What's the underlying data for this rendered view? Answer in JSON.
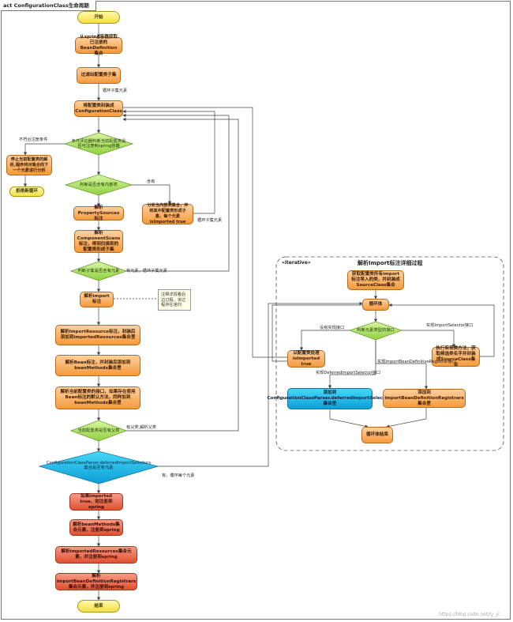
{
  "title": "act ConfigurationClass生命周期",
  "nodes": {
    "start": "开始",
    "scan": "从spring容器获取已注册的BeanDefinition集合",
    "filter": "过滤出配置类子集",
    "wrap": "将配置类封装成ConfigurationClass",
    "cond": "条件评估器判断当前配置类是否可注册到spring容器",
    "stop_parse": "停止当前配置类的解析,程序将对集合的下一个元素进行分析",
    "skip": "拒绝新循环",
    "has_member": "判断是否含有内部类",
    "member_parse": "分析当内部类集合，并将其中配置类形成子集，每个元素isImported true",
    "prop_sources": "解析PropertySources标注",
    "comp_scan": "解析ComponentScans标注，得到扫描到的配置类形成子集",
    "has_super": "判断子集是否含有元素",
    "import": "解析import标注",
    "import_resource": "解析ImportResource标注，封装后添加到importedResources集合里",
    "bean": "解析Bean标注，并封装后添加到beanMethods集合里",
    "interfaces": "解析当前配置类的接口，如果存在使用Bean标注的默认方法，同样加到beanMethods集合里",
    "has_parent": "当前配置类是否有父类",
    "deferred": "ConfigurationClassParser.deferredImportSelectors集合是否有元素",
    "imported_true": "如果imported true，则注册到spring",
    "reg_bean_methods": "解析beanMethods集合元素，注册到spring",
    "reg_imported_resources": "解析importedResources集合元素，并注册到spring",
    "reg_registrars": "解析importBeanDefinitionRegistrars集合元素，并注册到spring",
    "end": "结束"
  },
  "iterative": {
    "keyword": "«iterative»",
    "title": "解析Import标注详细过程",
    "get_imports": "获取配置类所有import标注导入的类，并封装成SourceClass集合",
    "loop": "循环体",
    "judge_type": "判断元素类型的接口",
    "plain_config": "以配置类处理isImported true",
    "selector_exec": "执行实现类方法，获取候选类名字并封装成SourceClass集合",
    "add_deferred": "添加到ConfigurationClassParser.deferredImportSelectors集合里",
    "add_registrar": "添加到importBeanDefinitionRegistrars集合里",
    "loop_end": "循环体结束"
  },
  "labels": {
    "not_conditional": "不符合注册条件",
    "has_member_yes": "含有",
    "loop_each": "循环子集元素",
    "loop_each2": "循环子集元素",
    "has_elements": "有元素，循环子集元素",
    "has_parent_yes": "有父类,解析父类",
    "deferred_yes": "有，循环每个元素",
    "cfg_class": "没有实现接口",
    "import_selector": "实现ImportSelector接口",
    "registrar": "实现ImportBeanDefinitionRegistrar接口",
    "deferred_selector": "实现DeferredImportSelector接口"
  },
  "note": "注释详情看后边过程，该过程存在递归",
  "watermark": "https://blog.csdn.net/ly_jc",
  "colors": {
    "activity": "#f59a3c",
    "decision": "#b8e86a",
    "highlight": "#0aa0d8",
    "register": "#e05030",
    "terminal": "#f5e040"
  }
}
